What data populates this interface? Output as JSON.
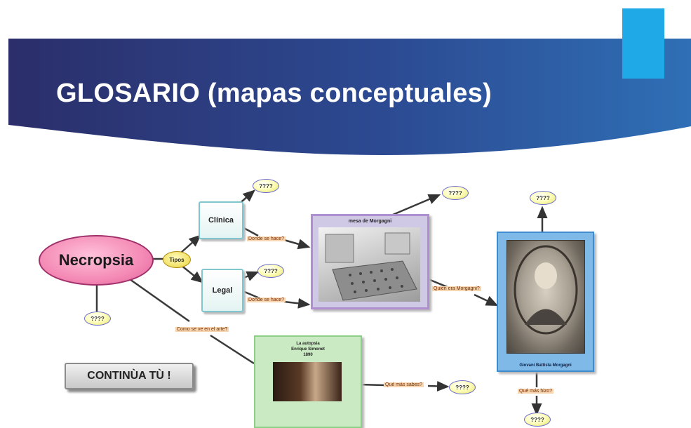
{
  "slide": {
    "title": "GLOSARIO (mapas conceptuales)",
    "accent_colors": {
      "banner_dark": "#2b2e6a",
      "banner_light": "#2f6fb5",
      "corner_tab": "#1fa9e6"
    }
  },
  "concept_map": {
    "central_concept": "Necropsia",
    "linker_tipos": "Tipos",
    "type_clinica": "Clínica",
    "type_legal": "Legal",
    "link_donde_clinica": "Donde se hace?",
    "link_donde_legal": "Donde se hace?",
    "link_como_arte": "Como se ve en el arte?",
    "link_quien_morgagni": "Quien era Morgagni?",
    "link_que_mas_sabes": "Qué más sabes?",
    "link_que_mas_hizo": "Qué más hizo?",
    "question_mark": "????",
    "mesa_caption": "mesa de Morgagni",
    "autopsia_caption_line1": "La autopsia",
    "autopsia_caption_line2": "Enrique Simonet",
    "autopsia_caption_line3": "1890",
    "morgagni_caption": "Giovani Battista Morgagni",
    "continue_button": "CONTINÙA TÙ !"
  }
}
